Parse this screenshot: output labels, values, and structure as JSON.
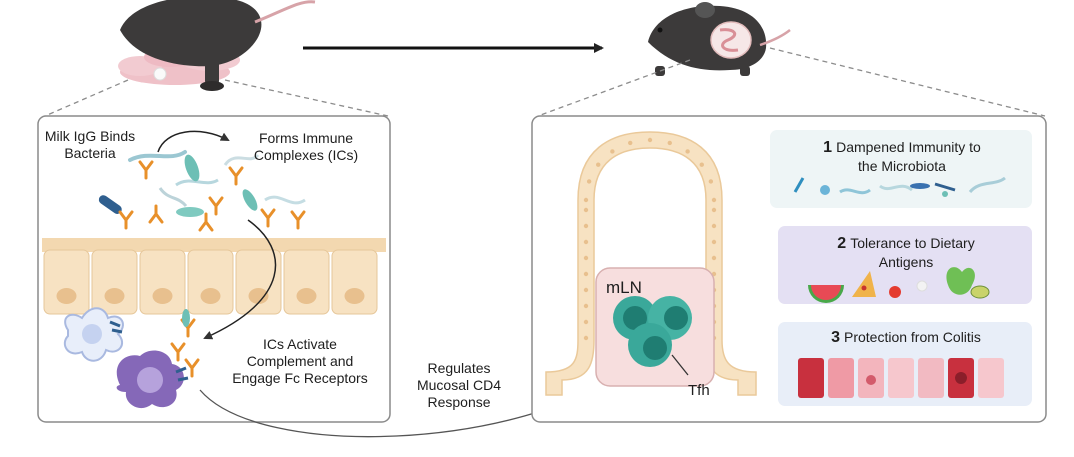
{
  "left_panel": {
    "milk_igg_binds": "Milk IgG Binds",
    "bacteria": "Bacteria",
    "forms_immune": "Forms Immune",
    "complexes": "Complexes (ICs)",
    "ics_activate": "ICs Activate",
    "complement_and": "Complement and",
    "engage_fc": "Engage Fc Receptors"
  },
  "middle": {
    "regulates": "Regulates",
    "mucosal_cd4": "Mucosal CD4",
    "response": "Response"
  },
  "right_panel": {
    "mln": "mLN",
    "tfh": "Tfh",
    "outcomes": [
      {
        "number": "1",
        "line1": "Dampened Immunity to",
        "line2": "the Microbiota"
      },
      {
        "number": "2",
        "line1": "Tolerance to Dietary",
        "line2": "Antigens"
      },
      {
        "number": "3",
        "line1": "Protection from Colitis",
        "line2": ""
      }
    ]
  },
  "colors": {
    "panel_border": "#8a8a8a",
    "epithelium": "#f7e2c2",
    "nucleus": "#e8c08e",
    "outcome1_bg": "#eef5f6",
    "outcome2_bg": "#e4e0f3",
    "outcome3_bg": "#e8eef8",
    "mln_bg": "#f7dede",
    "tfh_cell": "#3aa89a",
    "antibody": "#e8902a",
    "mouse": "#3c3a3a"
  }
}
